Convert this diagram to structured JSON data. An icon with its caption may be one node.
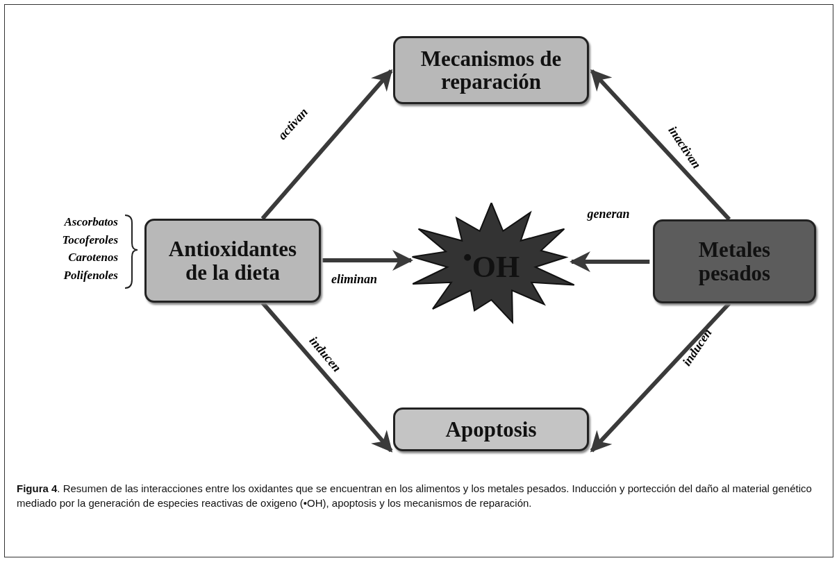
{
  "diagram": {
    "caption": "**Figura 4**. Resumen de las interacciones entre los oxidantes que se encuentran en los alimentos y los metales pesados. Inducción y portección del daño al material genético mediado por la generación de especies reactivas de oxigeno (•OH), apoptosis y los mecanismos de reparación.",
    "nodes": [
      {
        "text": [
          "Mecanismos de reparación"
        ]
      },
      {
        "text": [
          "Antioxidantes de la dieta"
        ],
        "beside": [
          "Ascorbatos",
          "Tocoferoles",
          "Carotenos",
          "Polifenoles"
        ]
      },
      {
        "text": [
          "$^{•}$OH"
        ]
      },
      {
        "text": [
          "Metales pesados"
        ]
      },
      {
        "text": [
          "Apoptosis"
        ]
      }
    ],
    "edges": [
      {
        "from": 1,
        "to": 0,
        "arrow": "to",
        "label": "activan"
      },
      {
        "from": 3,
        "to": 0,
        "arrow": "to",
        "label": "inactivan"
      },
      {
        "from": 1,
        "to": 2,
        "arrow": "to",
        "label": "eliminan"
      },
      {
        "from": 3,
        "to": 2,
        "arrow": "to",
        "label": "generan"
      },
      {
        "from": 1,
        "to": 4,
        "arrow": "to",
        "label": "inducen"
      },
      {
        "from": 3,
        "to": 4,
        "arrow": "to",
        "label": "inducen"
      }
    ]
  }
}
